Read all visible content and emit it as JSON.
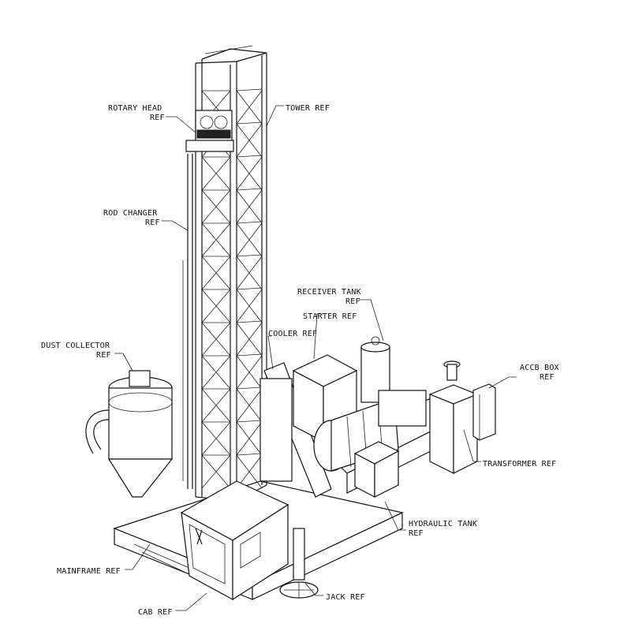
{
  "labels": {
    "rotary_head": {
      "line1": "ROTARY HEAD",
      "line2": "REF"
    },
    "tower": {
      "line1": "TOWER REF"
    },
    "rod_changer": {
      "line1": "ROD CHANGER",
      "line2": "REF"
    },
    "receiver_tank": {
      "line1": "RECEIVER TANK",
      "line2": "REF"
    },
    "starter": {
      "line1": "STARTER REF"
    },
    "cooler": {
      "line1": "COOLER REF"
    },
    "dust_collector": {
      "line1": "DUST COLLECTOR",
      "line2": "REF"
    },
    "accb_box": {
      "line1": "ACCB BOX",
      "line2": "REF"
    },
    "transformer": {
      "line1": "TRANSFORMER REF"
    },
    "hydraulic_tank": {
      "line1": "HYDRAULIC TANK",
      "line2": "REF"
    },
    "mainframe": {
      "line1": "MAINFRAME REF"
    },
    "jack": {
      "line1": "JACK REF"
    },
    "cab": {
      "line1": "CAB REF"
    }
  },
  "colors": {
    "line": "#111111",
    "background": "#ffffff"
  }
}
